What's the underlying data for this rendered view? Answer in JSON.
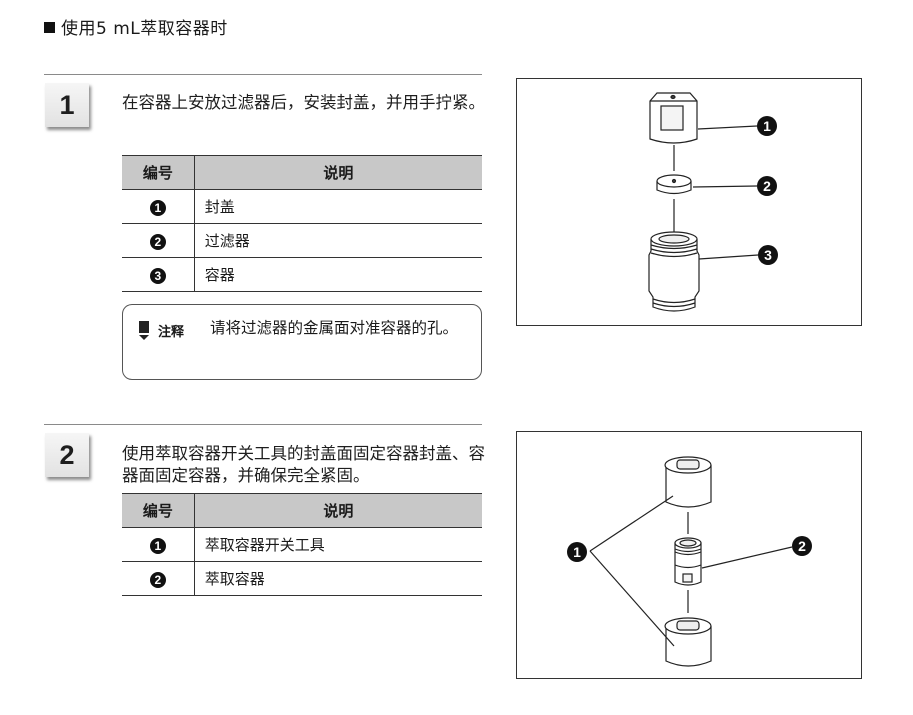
{
  "section": {
    "title": "使用5 mL萃取容器时",
    "bullet_icon": "black-square"
  },
  "steps": [
    {
      "number": "1",
      "instruction": "在容器上安放过滤器后，安装封盖，并用手拧紧。",
      "table": {
        "headers": [
          "编号",
          "说明"
        ],
        "rows": [
          {
            "no": "1",
            "desc": "封盖"
          },
          {
            "no": "2",
            "desc": "过滤器"
          },
          {
            "no": "3",
            "desc": "容器"
          }
        ]
      },
      "note": {
        "icon": "note-marker-icon",
        "label": "注释",
        "text": "请将过滤器的金属面对准容器的孔。"
      },
      "figure": {
        "callouts": [
          "1",
          "2",
          "3"
        ]
      }
    },
    {
      "number": "2",
      "instruction": "使用萃取容器开关工具的封盖面固定容器封盖、容器面固定容器，并确保完全紧固。",
      "table": {
        "headers": [
          "编号",
          "说明"
        ],
        "rows": [
          {
            "no": "1",
            "desc": "萃取容器开关工具"
          },
          {
            "no": "2",
            "desc": "萃取容器"
          }
        ]
      },
      "figure": {
        "callouts": [
          "1",
          "2"
        ]
      }
    }
  ]
}
